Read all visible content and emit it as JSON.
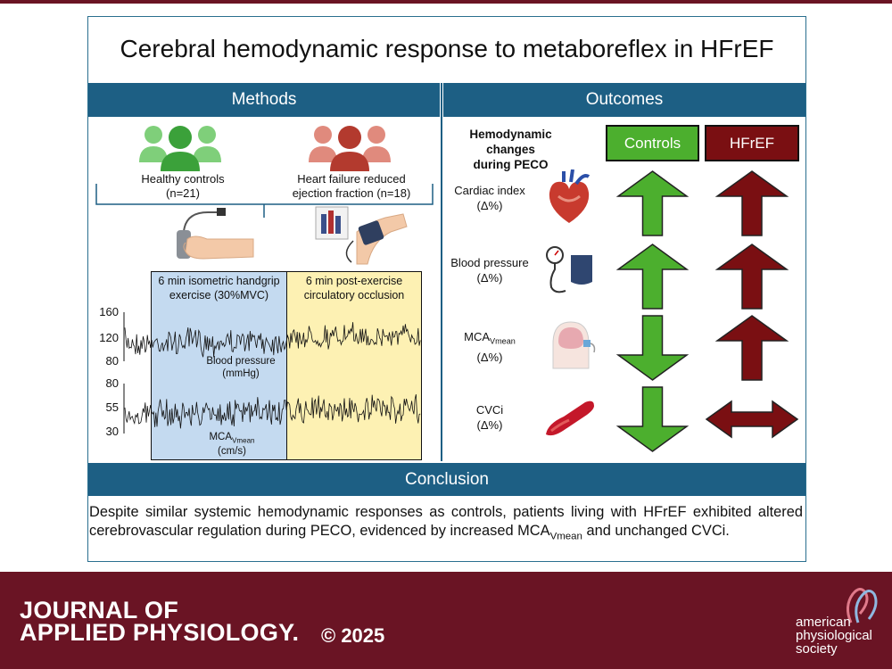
{
  "title": "Cerebral hemodynamic response to metaboreflex in HFrEF",
  "sections": {
    "methods": "Methods",
    "outcomes": "Outcomes",
    "conclusion": "Conclusion"
  },
  "methods": {
    "group_controls_line1": "Healthy controls",
    "group_controls_n": "(n=21)",
    "group_hf_line1": "Heart failure reduced",
    "group_hf_line2": "ejection fraction (n=18)",
    "phase1_line1": "6 min isometric handgrip",
    "phase1_line2": "exercise (30%MVC)",
    "phase2_line1": "6 min post-exercise",
    "phase2_line2": "circulatory occlusion",
    "bp_label_line1": "Blood pressure",
    "bp_label_line2": "(mmHg)",
    "mca_label_main": "MCA",
    "mca_label_sub": "Vmean",
    "mca_label_unit": "(cm/s)",
    "bp_ticks": [
      "160",
      "120",
      "80"
    ],
    "mca_ticks": [
      "80",
      "55",
      "30"
    ]
  },
  "outcomes": {
    "header_line1": "Hemodynamic changes",
    "header_line2": "during PECO",
    "col_controls": "Controls",
    "col_hfref": "HFrEF",
    "rows": [
      {
        "label": "Cardiac index",
        "unit": "(Δ%)",
        "controls": "up",
        "hfref": "up"
      },
      {
        "label": "Blood pressure",
        "unit": "(Δ%)",
        "controls": "up",
        "hfref": "up"
      },
      {
        "label": "MCA",
        "label_sub": "Vmean",
        "unit": "(Δ%)",
        "controls": "down",
        "hfref": "up"
      },
      {
        "label": "CVCi",
        "unit": "(Δ%)",
        "controls": "down",
        "hfref": "both"
      }
    ]
  },
  "conclusion": {
    "part1": "Despite similar systemic hemodynamic responses as controls, patients living with HFrEF exhibited altered cerebrovascular regulation during PECO, evidenced by increased MCA",
    "sub": "Vmean",
    "part2": " and unchanged CVCi."
  },
  "footer": {
    "journal_line1": "JOURNAL OF",
    "journal_line2": "APPLIED PHYSIOLOGY.",
    "copyright": "© 2025",
    "society_line1": "american",
    "society_line2": "physiological",
    "society_line3": "society"
  },
  "colors": {
    "band": "#1d5f84",
    "footer": "#6a1424",
    "controls_green": "#4caf2e",
    "hfref_red": "#7a0f12"
  }
}
